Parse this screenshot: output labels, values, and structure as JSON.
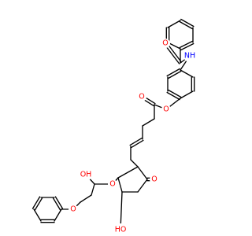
{
  "atoms": [
    {
      "symbol": "O",
      "color": "#ff0000"
    },
    {
      "symbol": "NH",
      "color": "#0000ff"
    },
    {
      "symbol": "O",
      "color": "#ff0000"
    },
    {
      "symbol": "O",
      "color": "#ff0000"
    },
    {
      "symbol": "O",
      "color": "#ff0000"
    },
    {
      "symbol": "OH",
      "color": "#ff0000"
    },
    {
      "symbol": "O",
      "color": "#ff0000"
    },
    {
      "symbol": "O",
      "color": "#ff0000"
    },
    {
      "symbol": "HO",
      "color": "#ff0000"
    }
  ]
}
